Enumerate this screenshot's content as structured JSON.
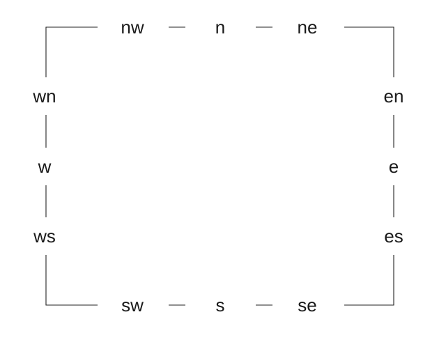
{
  "labels": {
    "nw": "nw",
    "n": "n",
    "ne": "ne",
    "wn": "wn",
    "en": "en",
    "w": "w",
    "e": "e",
    "ws": "ws",
    "es": "es",
    "sw": "sw",
    "s": "s",
    "se": "se"
  }
}
